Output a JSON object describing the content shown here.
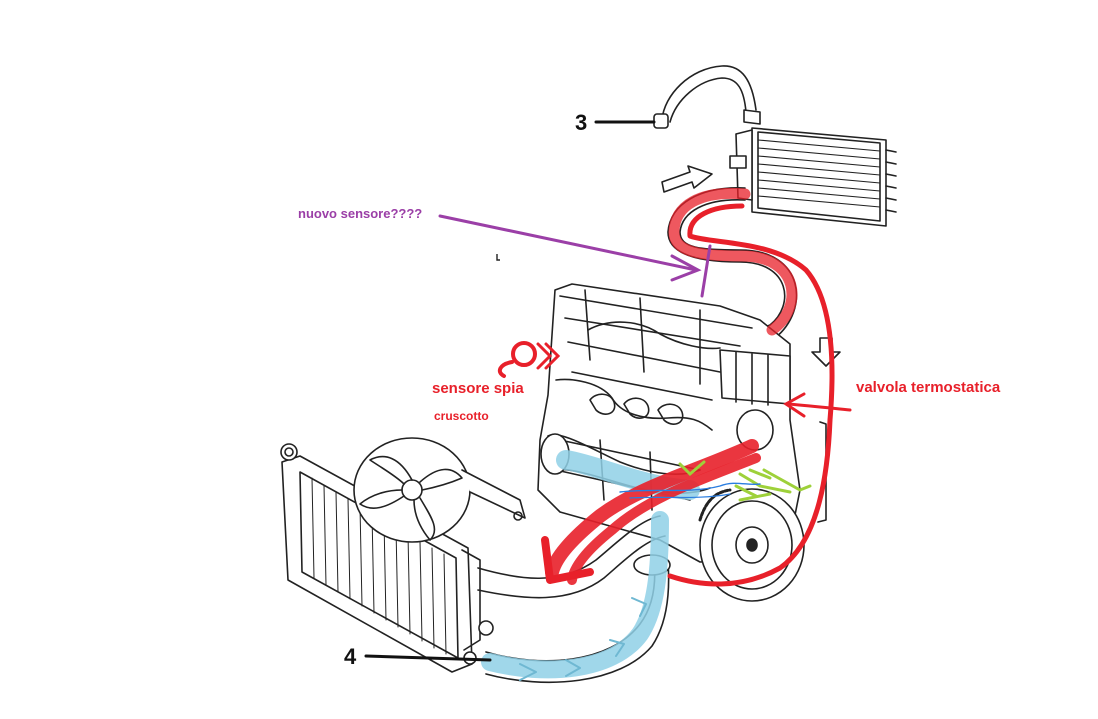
{
  "labels": {
    "part_3": "3",
    "part_4": "4",
    "nuovo_sensore": "nuovo sensore????",
    "sensore_spia": "sensore spia",
    "cruscotto": "cruscotto",
    "valvola_termostatica": "valvola termostatica"
  },
  "colors": {
    "line_art": "#222222",
    "hot_coolant": "#e8202a",
    "cold_coolant": "#8fd0e6",
    "annotation_purple": "#9b3fa7",
    "annotation_red": "#e8202a",
    "flow_green": "#9ed13a",
    "flow_blue": "#2a7de0"
  }
}
